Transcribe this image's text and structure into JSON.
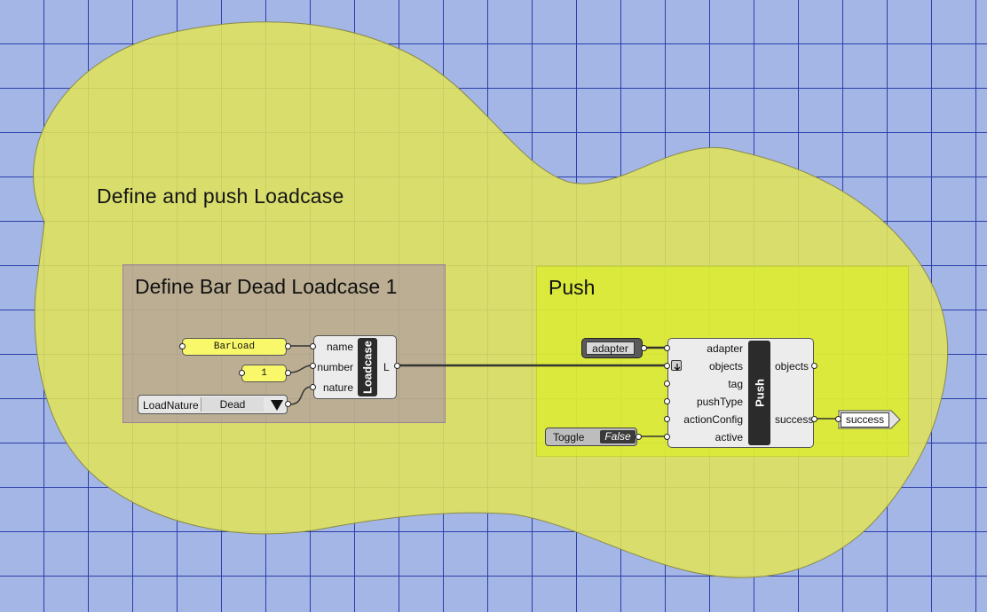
{
  "scribble": {
    "title": "Define and push Loadcase"
  },
  "groups": {
    "define": {
      "title": "Define Bar Dead Loadcase 1"
    },
    "push": {
      "title": "Push"
    }
  },
  "panels": {
    "name_value": "BarLoad",
    "number_value": "1"
  },
  "value_list": {
    "label": "LoadNature",
    "selected": "Dead"
  },
  "loadcase_component": {
    "title": "Loadcase",
    "inputs": [
      "name",
      "number",
      "nature"
    ],
    "output": "L"
  },
  "adapter_param": {
    "label": "adapter"
  },
  "push_component": {
    "title": "Push",
    "inputs": [
      "adapter",
      "objects",
      "tag",
      "pushType",
      "actionConfig",
      "active"
    ],
    "outputs": [
      "objects",
      "success"
    ]
  },
  "toggle": {
    "label": "Toggle",
    "value": "False"
  },
  "success_panel": {
    "label": "success"
  },
  "colors": {
    "canvas": "#a3b6e6",
    "grid": "#2c3ea8",
    "blob": "#dfe25a",
    "panel_yellow": "#f8f86a",
    "component_bar": "#2b2b2b"
  },
  "icons": {
    "graft_flag": "arrow-down-icon",
    "dropdown": "triangle-down-icon"
  }
}
